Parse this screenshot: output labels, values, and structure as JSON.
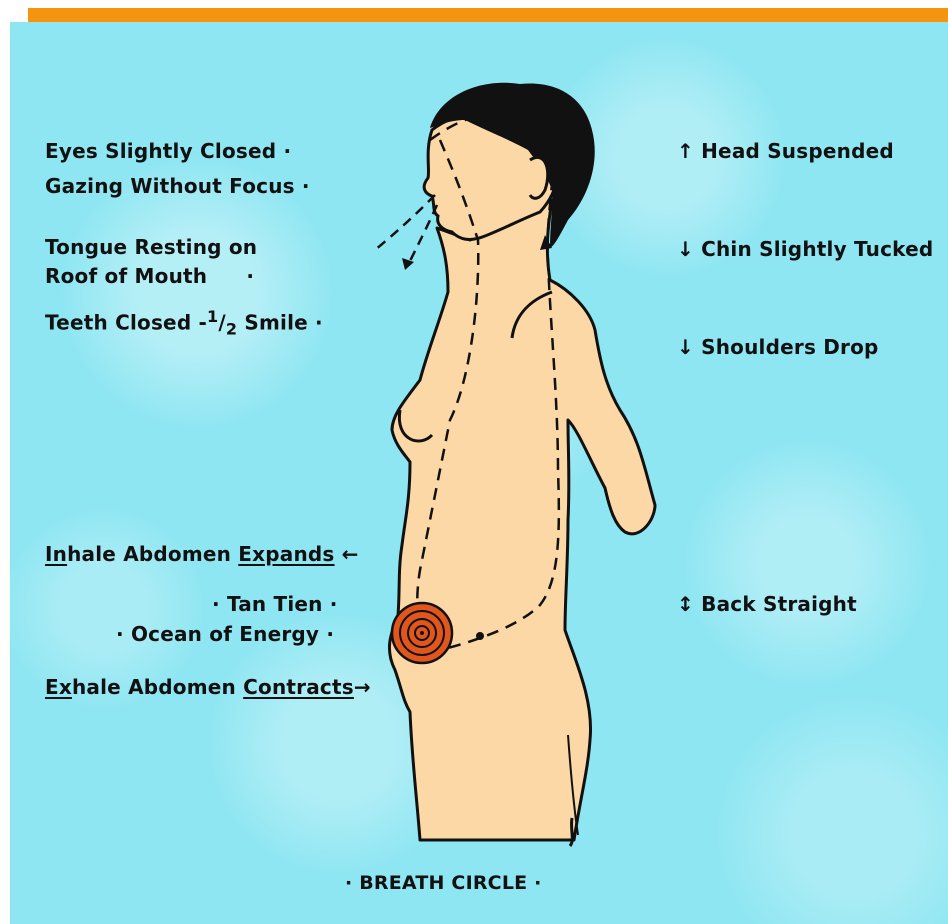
{
  "labels": {
    "eyes_closed": "Eyes Slightly Closed ·",
    "gazing": "Gazing Without  Focus ·",
    "tongue_1": "Tongue Resting on",
    "tongue_2": "Roof of Mouth",
    "tongue_2_dot": "·",
    "teeth_main": "Teeth Closed -",
    "teeth_num": "1",
    "teeth_slash": "/",
    "teeth_den": "2",
    "teeth_end": " Smile ·",
    "inhale_pre": "In",
    "inhale_mid": "hale Abdomen ",
    "inhale_word": "Expands",
    "inhale_arrow": " ←",
    "tan_tien": "· Tan Tien ·",
    "ocean": "· Ocean of Energy ·",
    "exhale_pre": "Ex",
    "exhale_mid": "hale Abdomen ",
    "exhale_word": "Contracts",
    "exhale_arrow": "→",
    "head": "↑ Head Suspended",
    "chin": "↓ Chin Slightly Tucked",
    "shoulders": "↓ Shoulders Drop",
    "back": "↕ Back Straight",
    "caption": "· BREATH   CIRCLE ·"
  },
  "colors": {
    "accent_bar": "#f5940e",
    "background": "#8ee6f2",
    "skin": "#fbd8a5",
    "hair": "#111111",
    "tan_tien": "#e0561c"
  }
}
